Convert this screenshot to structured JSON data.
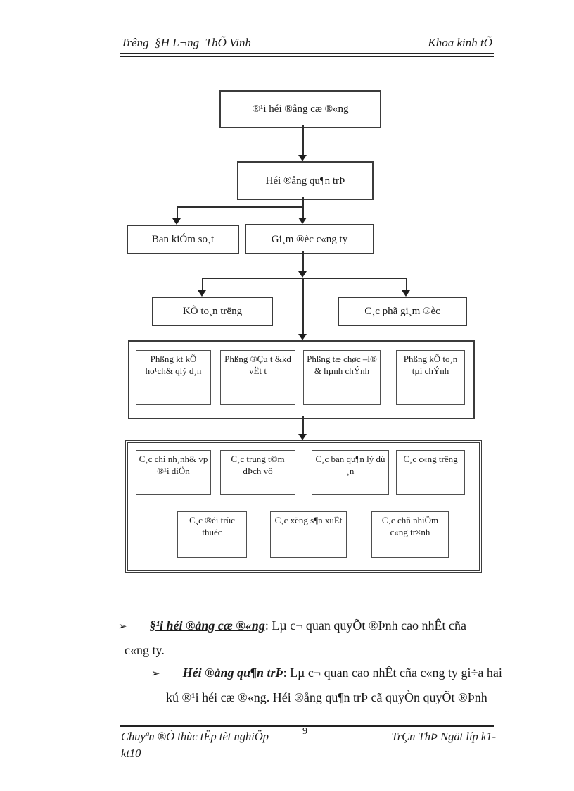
{
  "header": {
    "left": "Trêng  §H L¬ng  ThÕ Vinh",
    "right": "Khoa kinh tÕ"
  },
  "org_chart": {
    "shareholders_meeting": "®¹i héi ®ång cæ ®«ng",
    "board_of_directors": "Héi ®ång qu¶n trÞ",
    "supervisory_board": "Ban kiÓm so¸t",
    "company_director": "Gi¸m ®èc c«ng ty",
    "chief_accountant": "KÕ to¸n trëng",
    "deputy_directors": "C¸c phã gi¸m ®èc",
    "departments": [
      "Phßng kt kÕ ho¹ch& qlý d¸n",
      "Phßng ®Çu t &kd vËt t",
      "Phßng tæ chøc –l® & hµnh chÝnh",
      "Phßng kÕ to¸n tµi chÝnh"
    ],
    "units_row1": [
      "C¸c chi nh¸nh& vp ®¹i diÖn",
      "C¸c trung t©m dÞch vô",
      "C¸c ban qu¶n lý dù ¸n",
      "C¸c c«ng trêng"
    ],
    "units_row2": [
      "C¸c ®éi trùc thuéc",
      "C¸c xëng s¶n xuÊt",
      "C¸c chñ nhiÖm c«ng tr×nh"
    ]
  },
  "paragraphs": [
    {
      "marker": "➢",
      "title": "§¹i héi ®ång cæ ®«ng",
      "lines": [
        ": Lµ c¬ quan quyÕt ®Þnh cao nhÊt cña",
        "c«ng ty."
      ]
    },
    {
      "marker": "➢",
      "title": "Héi ®ång qu¶n trÞ",
      "lines": [
        ": Lµ c¬ quan cao nhÊt cña c«ng ty gi÷a hai",
        "kú ®¹i héi cæ ®«ng. Héi ®ång qu¶n trÞ cã quyÒn quyÕt ®Þnh"
      ]
    }
  ],
  "footer": {
    "left": "Chuyªn ®Ò thùc tËp tèt nghiÖp",
    "page_number": "9",
    "right": "TrÇn ThÞ Ngät líp k1-",
    "line2": "kt10"
  },
  "colors": {
    "background": "#ffffff",
    "text": "#1a1a1a",
    "border": "#3b3b3b",
    "line": "#2e2e2e"
  }
}
